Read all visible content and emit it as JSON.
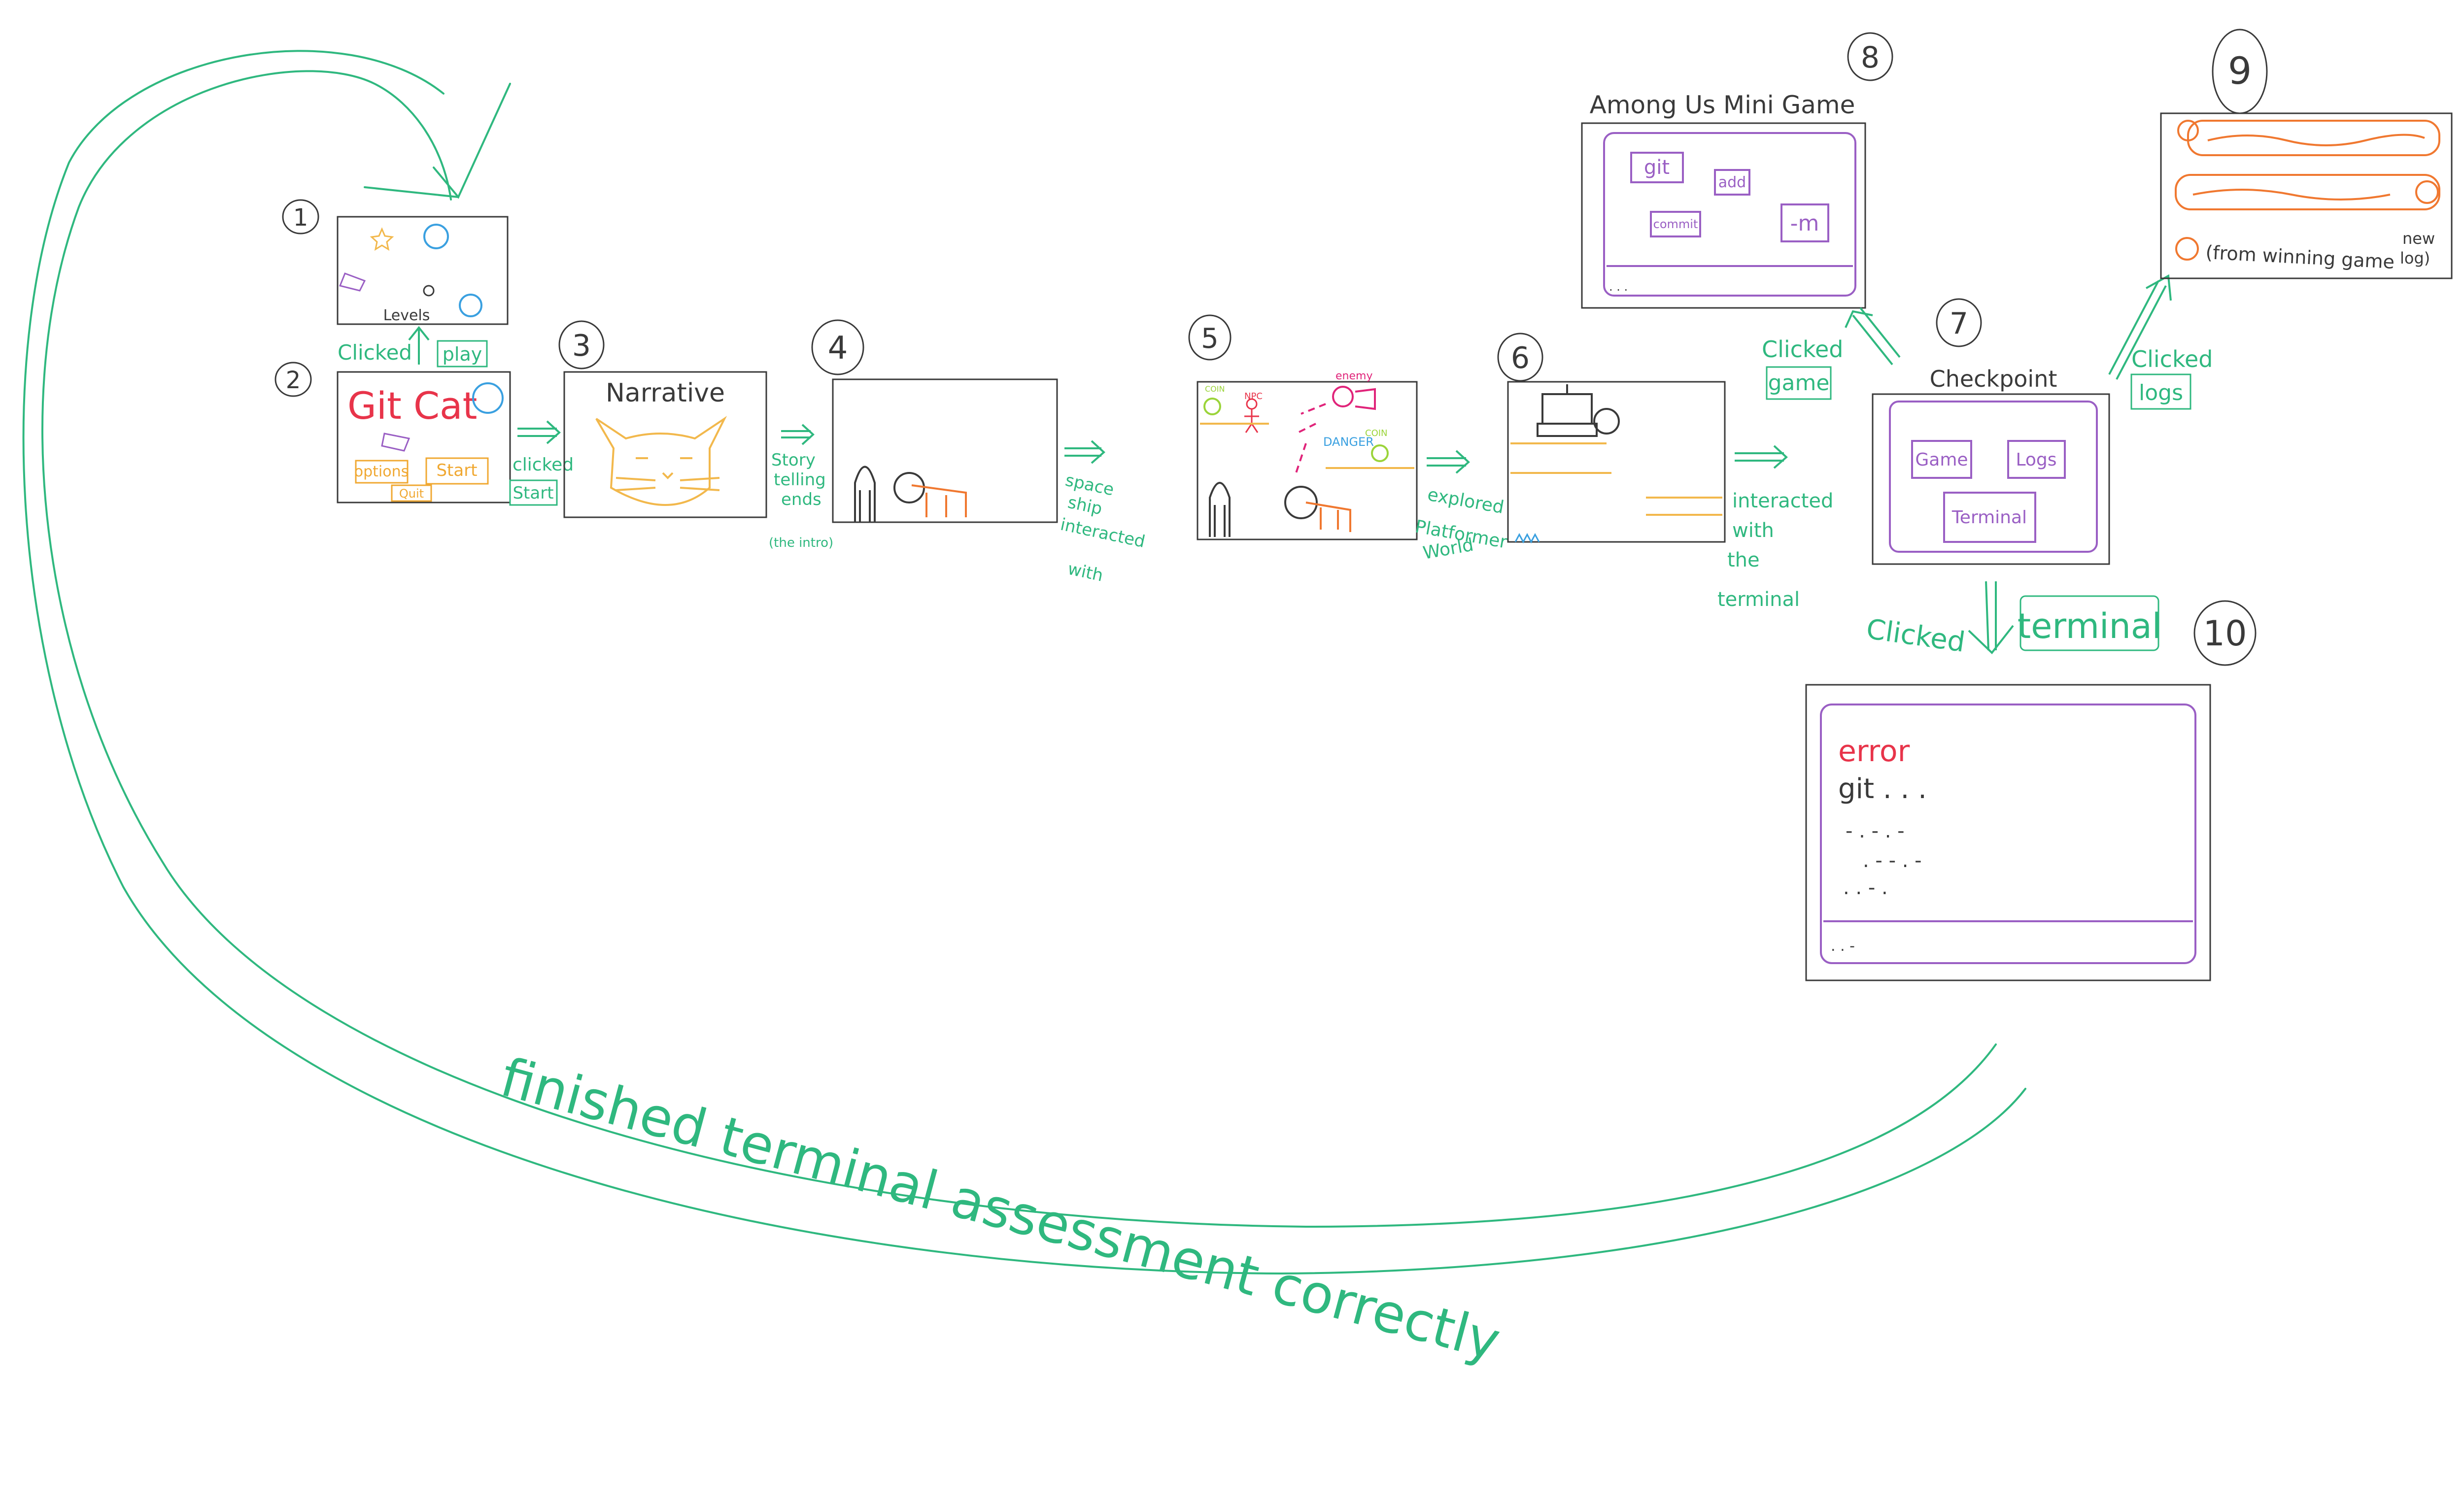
{
  "colors": {
    "ink": "#3a3a3a",
    "flow": "#2fb87f",
    "title_red": "#e8344a",
    "menu_orange": "#f0a832",
    "purple": "#9a5fc4",
    "cat_orange": "#f2b84c",
    "orange_log": "#f07830",
    "blue": "#3aa0e0",
    "lime": "#9bd43a",
    "magenta": "#e0247a"
  },
  "frames": {
    "f1": {
      "number": "1",
      "label": "Levels"
    },
    "f2": {
      "number": "2",
      "title": "Git Cat",
      "buttons": [
        "options",
        "Start",
        "Quit"
      ]
    },
    "f3": {
      "number": "3",
      "title": "Narrative"
    },
    "f4": {
      "number": "4"
    },
    "f5": {
      "number": "5",
      "labels": [
        "COIN",
        "NPC",
        "enemy",
        "DANGER",
        "COIN"
      ]
    },
    "f6": {
      "number": "6"
    },
    "f7": {
      "number": "7",
      "title": "Checkpoint",
      "buttons": [
        "Game",
        "Logs",
        "Terminal"
      ]
    },
    "f8": {
      "number": "8",
      "title": "Among Us Mini Game",
      "tokens": [
        "git",
        "add",
        "commit",
        "-m"
      ]
    },
    "f9": {
      "number": "9",
      "bottom_text": "(from winning game",
      "side_text": [
        "new",
        "log)"
      ]
    },
    "f10": {
      "number": "10",
      "error": "error",
      "command": "git . . ."
    }
  },
  "transitions": {
    "t1_2": {
      "text": "Clicked",
      "box": "play"
    },
    "t2_3": {
      "text": "clicked",
      "box": "Start"
    },
    "t3_4": {
      "lines": [
        "Story",
        "telling",
        "ends",
        "(the intro)"
      ]
    },
    "t4_5": {
      "lines": [
        "space",
        "ship",
        "interacted",
        "with"
      ]
    },
    "t5_6": {
      "lines": [
        "explored",
        "Platformer",
        "World"
      ]
    },
    "t6_7": {
      "lines": [
        "interacted",
        "with",
        "the",
        "terminal"
      ]
    },
    "t7_8": {
      "text": "Clicked",
      "box": "game"
    },
    "t7_9": {
      "text": "Clicked",
      "box": "logs"
    },
    "t7_10": {
      "text": "Clicked",
      "box": "terminal"
    },
    "loop": {
      "text": "finished terminal assessment correctly"
    }
  }
}
